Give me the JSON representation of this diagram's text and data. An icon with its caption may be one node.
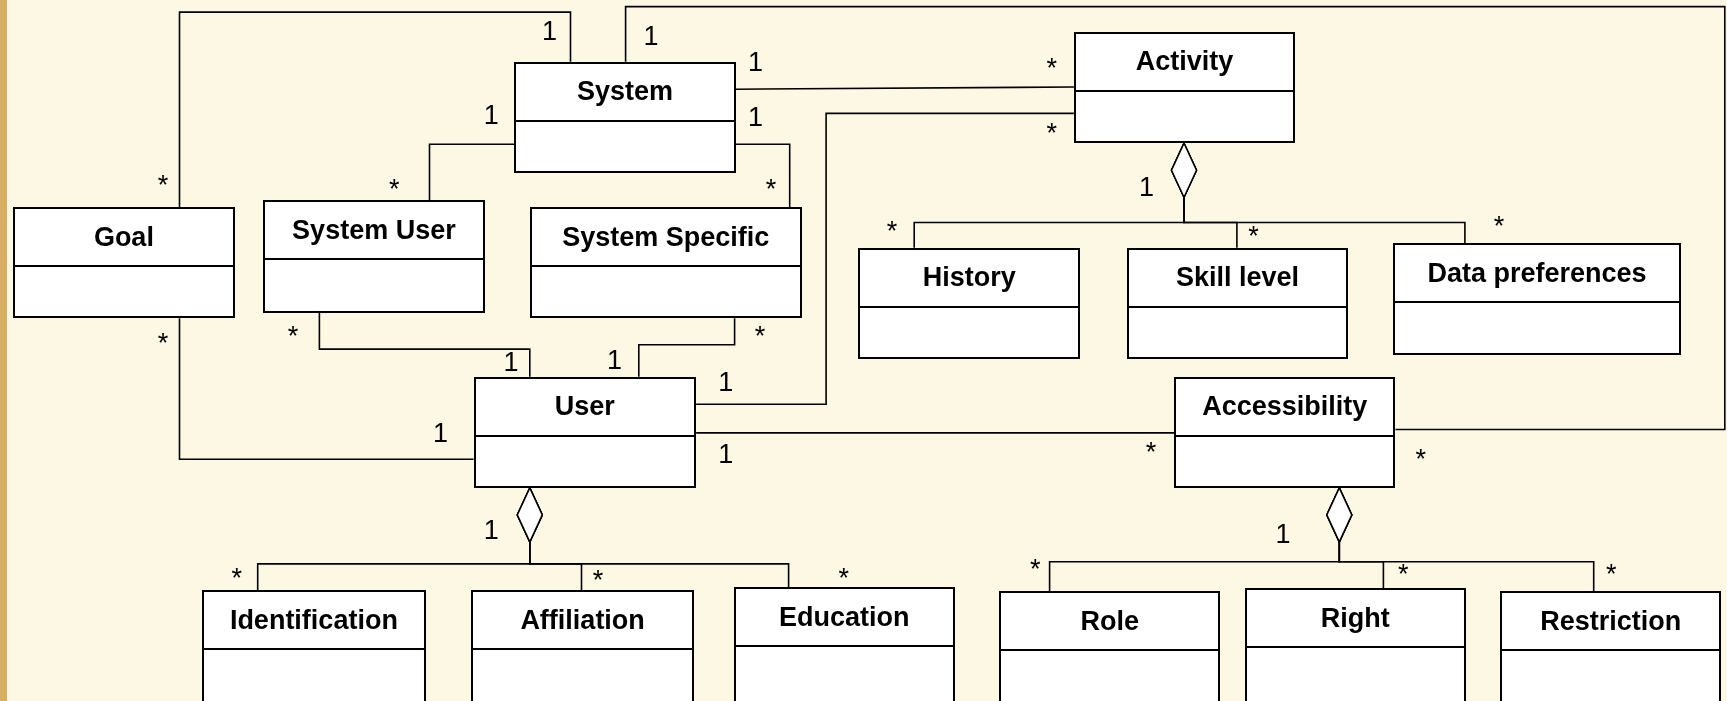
{
  "diagram": {
    "nodes": [
      {
        "text": [
          "System"
        ]
      },
      {
        "text": [
          "Activity"
        ]
      },
      {
        "text": [
          "Goal"
        ]
      },
      {
        "text": [
          "System User"
        ]
      },
      {
        "text": [
          "System Specific"
        ]
      },
      {
        "text": [
          "History"
        ]
      },
      {
        "text": [
          "Skill level"
        ]
      },
      {
        "text": [
          "Data preferences"
        ]
      },
      {
        "text": [
          "User"
        ]
      },
      {
        "text": [
          "Accessibility"
        ]
      },
      {
        "text": [
          "Identification"
        ]
      },
      {
        "text": [
          "Affiliation"
        ]
      },
      {
        "text": [
          "Education"
        ]
      },
      {
        "text": [
          "Role"
        ]
      },
      {
        "text": [
          "Right"
        ]
      },
      {
        "text": [
          "Restriction"
        ]
      }
    ],
    "edges": [
      {
        "from": 0,
        "to": 2,
        "arrow": "none"
      },
      {
        "from": 0,
        "to": 9,
        "arrow": "none"
      },
      {
        "from": 0,
        "to": 1,
        "arrow": "none"
      },
      {
        "from": 0,
        "to": 3,
        "arrow": "none"
      },
      {
        "from": 0,
        "to": 4,
        "arrow": "none"
      },
      {
        "from": 8,
        "to": 1,
        "arrow": "none"
      },
      {
        "from": 8,
        "to": 9,
        "arrow": "none"
      },
      {
        "from": 8,
        "to": 2,
        "arrow": "none"
      },
      {
        "from": 8,
        "to": 3,
        "arrow": "none"
      },
      {
        "from": 8,
        "to": 4,
        "arrow": "none"
      },
      {
        "from": 1,
        "to": 5,
        "arrow": "other"
      },
      {
        "from": 1,
        "to": 6,
        "arrow": "other"
      },
      {
        "from": 1,
        "to": 7,
        "arrow": "other"
      },
      {
        "from": 8,
        "to": 10,
        "arrow": "other"
      },
      {
        "from": 8,
        "to": 11,
        "arrow": "other"
      },
      {
        "from": 8,
        "to": 12,
        "arrow": "other"
      },
      {
        "from": 9,
        "to": 13,
        "arrow": "other"
      },
      {
        "from": 9,
        "to": 14,
        "arrow": "other"
      },
      {
        "from": 9,
        "to": 15,
        "arrow": "other"
      }
    ],
    "labels": [
      "1",
      "1",
      "1",
      "*",
      "1",
      "1",
      "*",
      "*",
      "*",
      "*",
      "1",
      "*",
      "*",
      "*",
      "*",
      "*",
      "*",
      "1",
      "1",
      "1",
      "1",
      "1",
      "*",
      "*",
      "1",
      "1",
      "*",
      "*",
      "*",
      "*",
      "*",
      "*"
    ]
  }
}
